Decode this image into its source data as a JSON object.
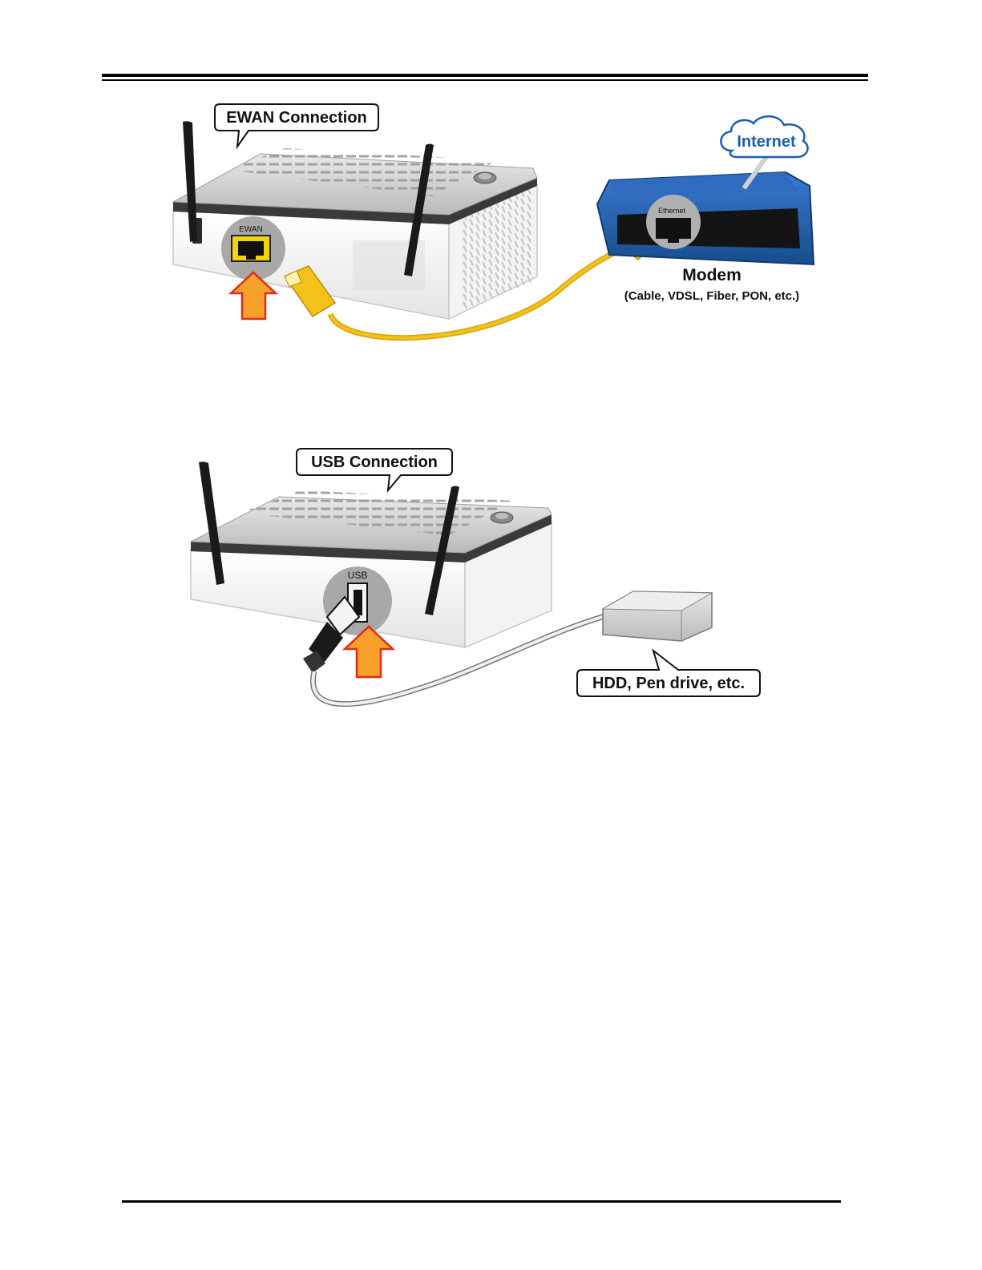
{
  "figure1": {
    "callout": "EWAN Connection",
    "port_label": "EWAN",
    "internet_label": "Internet",
    "modem_port_label": "Ethernet",
    "modem_title": "Modem",
    "modem_subtitle": "(Cable, VDSL, Fiber, PON, etc.)"
  },
  "figure2": {
    "callout": "USB Connection",
    "port_label": "USB",
    "device_callout": "HDD, Pen drive, etc."
  },
  "colors": {
    "cable_yellow": "#f2c11a",
    "arrow_orange": "#f7a12a",
    "arrow_outline": "#e32a1a",
    "modem_blue": "#1f5fa8",
    "internet_text": "#1a5fb0"
  }
}
